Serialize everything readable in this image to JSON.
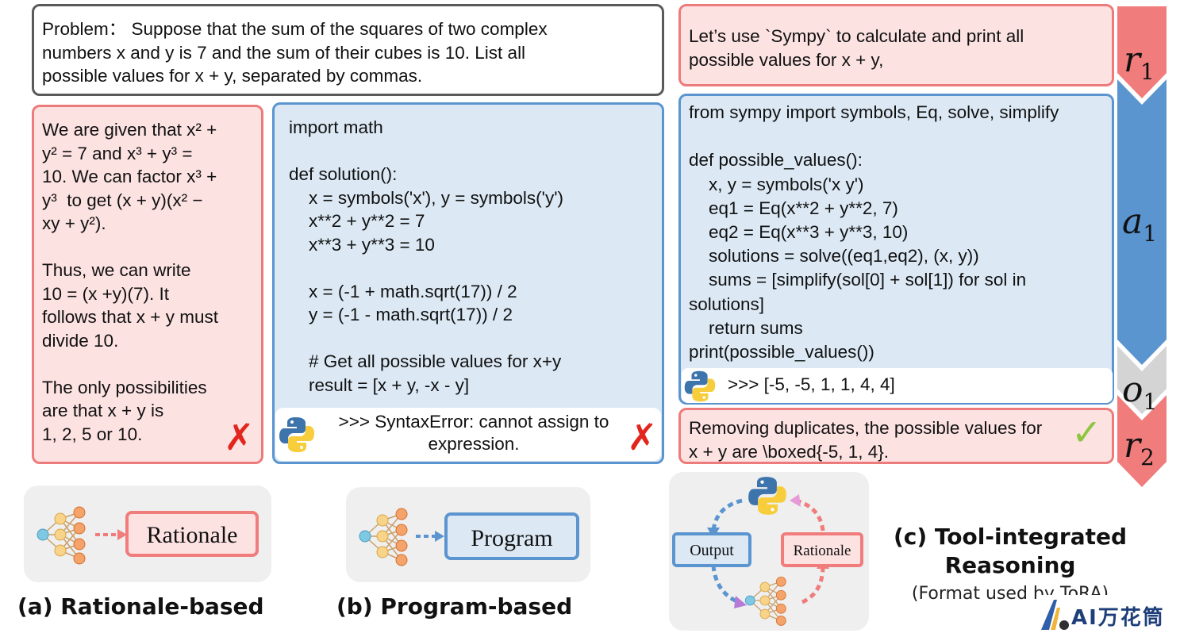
{
  "problem": {
    "text": "Problem： Suppose that the sum of the squares of two complex\nnumbers x and y is 7 and the sum of their cubes is 10. List all\npossible values for x + y, separated by commas."
  },
  "rationale_panel": {
    "text": "We are given that x² +\ny² = 7 and x³ + y³ =\n10. We can factor x³ +\ny³  to get (x + y)(x² −\nxy + y²).\n\nThus, we can write\n10 = (x +y)(7). It\nfollows that x + y must\ndivide 10.\n\nThe only possibilities\nare that x + y is\n1, 2, 5 or 10."
  },
  "program_panel": {
    "code": "import math\n\ndef solution():\n    x = symbols('x'), y = symbols('y')\n    x**2 + y**2 = 7\n    x**3 + y**3 = 10\n\n    x = (-1 + math.sqrt(17)) / 2\n    y = (-1 - math.sqrt(17)) / 2\n\n    # Get all possible values for x+y\n    result = [x + y, -x - y]",
    "output": ">>> SyntaxError: cannot assign to\nexpression."
  },
  "tir_panel": {
    "r1_text": "Let’s use `Sympy` to calculate and print all\npossible values for x + y,",
    "code": "from sympy import symbols, Eq, solve, simplify\n\ndef possible_values():\n    x, y = symbols('x y')\n    eq1 = Eq(x**2 + y**2, 7)\n    eq2 = Eq(x**3 + y**3, 10)\n    solutions = solve((eq1,eq2), (x, y))\n    sums = [simplify(sol[0] + sol[1]) for sol in\nsolutions]\n    return sums\nprint(possible_values())",
    "output": ">>> [-5, -5, 1, 1, 4, 4]",
    "r2_text": "Removing duplicates, the possible values for\nx + y are \\boxed{-5, 1, 4}."
  },
  "stages": [
    {
      "symbol": "r",
      "sub": "1",
      "color": "#f07c7c"
    },
    {
      "symbol": "a",
      "sub": "1",
      "color": "#5b95cf"
    },
    {
      "symbol": "o",
      "sub": "1",
      "color": "#d4d4d4"
    },
    {
      "symbol": "r",
      "sub": "2",
      "color": "#f07c7c"
    }
  ],
  "bottom": {
    "rationale_label": "Rationale",
    "program_label": "Program",
    "output_label": "Output",
    "cycle_rationale_label": "Rationale",
    "caption_a": "(a) Rationale-based",
    "caption_b": "(b) Program-based",
    "caption_c_line1": "(c) Tool-integrated",
    "caption_c_line2": "Reasoning",
    "caption_c_note": "(Format used by ToRA)"
  },
  "watermark": "AI万花筒",
  "colors": {
    "rationale_border": "#ee7b7b",
    "rationale_fill": "#fde2e2",
    "program_border": "#5b95cf",
    "program_fill": "#dce9f5",
    "cross": "#e3261d",
    "check": "#8cc63f"
  }
}
